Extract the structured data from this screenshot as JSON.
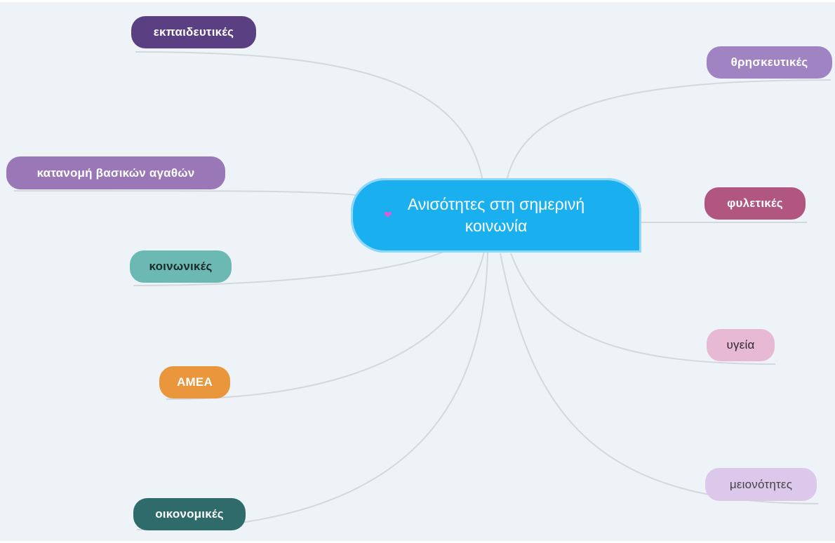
{
  "central_topic": {
    "line1": "Ανισότητες στη σημερινή",
    "line2": "κοινωνία",
    "icon": "heart-icon",
    "color": "#1ab0f0"
  },
  "branches": {
    "educational": {
      "label": "εκπαιδευτικές",
      "color": "#5a3f82",
      "text_color": "#ffffff"
    },
    "goods": {
      "label": "κατανομή βασικών αγαθών",
      "color": "#9a78b8",
      "text_color": "#ffffff"
    },
    "social": {
      "label": "κοινωνικές",
      "color": "#6cb9b4",
      "text_color": "#1e2b2b"
    },
    "disabled": {
      "label": "ΑΜΕΑ",
      "color": "#e9963c",
      "text_color": "#ffffff"
    },
    "economic": {
      "label": "οικονομικές",
      "color": "#2f6b6b",
      "text_color": "#ffffff"
    },
    "religious": {
      "label": "θρησκευτικές",
      "color": "#a083c2",
      "text_color": "#ffffff"
    },
    "racial": {
      "label": "φυλετικές",
      "color": "#b05680",
      "text_color": "#ffffff"
    },
    "health": {
      "label": "υγεία",
      "color": "#e8b9d4",
      "text_color": "#2a2a2a"
    },
    "minorities": {
      "label": "μειονότητες",
      "color": "#dcc8ea",
      "text_color": "#444444"
    }
  },
  "connector_color": "#d3d8dd"
}
